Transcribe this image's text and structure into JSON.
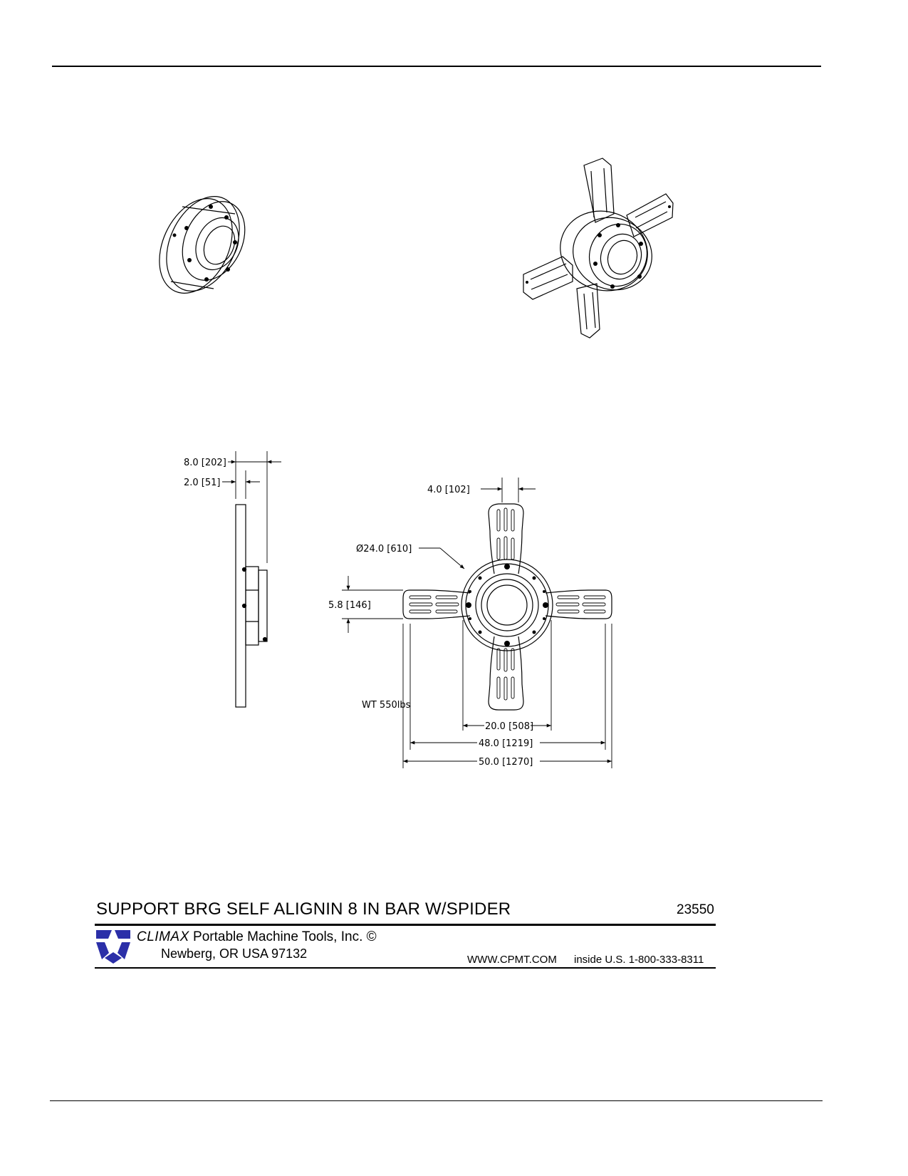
{
  "page": {
    "colors": {
      "ink": "#000000",
      "logo": "#2b2fa8",
      "paper": "#ffffff"
    }
  },
  "drawing": {
    "dimensions": {
      "side_overall": "8.0 [202]",
      "side_plate": "2.0 [51]",
      "arm_width": "4.0 [102]",
      "ring_diameter": "Ø24.0 [610]",
      "arm_height": "5.8 [146]",
      "inner_span": "20.0 [508]",
      "slot_span": "48.0 [1219]",
      "overall_span": "50.0 [1270]"
    },
    "weight": "WT 550lbs"
  },
  "title_block": {
    "title": "SUPPORT BRG SELF ALIGNIN 8 IN BAR W/SPIDER",
    "part_number": "23550",
    "company_brand": "CLIMAX",
    "company_rest": " Portable Machine Tools, Inc. ©",
    "city": "Newberg, OR USA 97132",
    "website": "WWW.CPMT.COM",
    "phone": "inside U.S. 1-800-333-8311",
    "logo_icon": "climax-star-logo-icon"
  }
}
